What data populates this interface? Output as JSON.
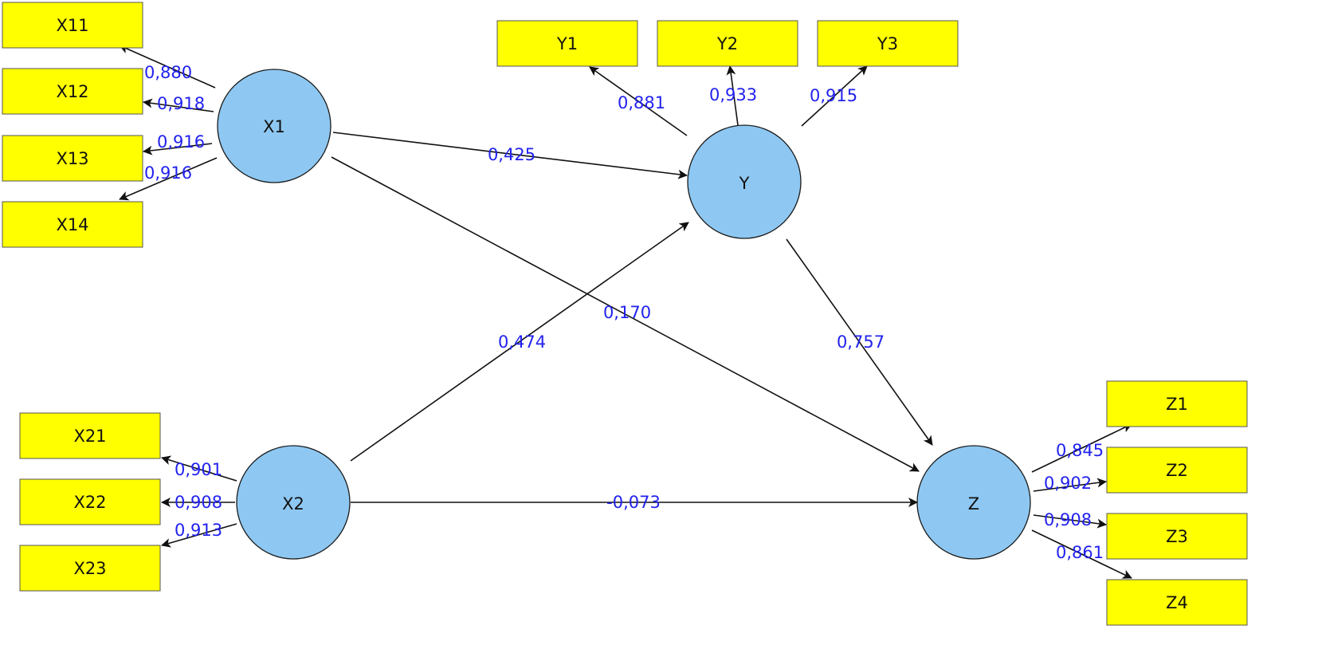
{
  "latents": {
    "x1": "X1",
    "x2": "X2",
    "y": "Y",
    "z": "Z"
  },
  "indicators": {
    "x11": "X11",
    "x12": "X12",
    "x13": "X13",
    "x14": "X14",
    "x21": "X21",
    "x22": "X22",
    "x23": "X23",
    "y1": "Y1",
    "y2": "Y2",
    "y3": "Y3",
    "z1": "Z1",
    "z2": "Z2",
    "z3": "Z3",
    "z4": "Z4"
  },
  "loadings": {
    "x11": "0,880",
    "x12": "0,918",
    "x13": "0,916",
    "x14": "0,916",
    "x21": "0,901",
    "x22": "0,908",
    "x23": "0,913",
    "y1": "0,881",
    "y2": "0,933",
    "y3": "0,915",
    "z1": "0,845",
    "z2": "0,902",
    "z3": "0,908",
    "z4": "0,861"
  },
  "paths": {
    "x1_y": "0,425",
    "x1_z": "0,170",
    "x2_y": "0,474",
    "x2_z": "-0,073",
    "y_z": "0,757"
  },
  "colors": {
    "indicator_fill": "#ffff00",
    "latent_fill": "#8ec8f2",
    "coefficient_text": "#2222ee",
    "arrow": "#111111"
  }
}
